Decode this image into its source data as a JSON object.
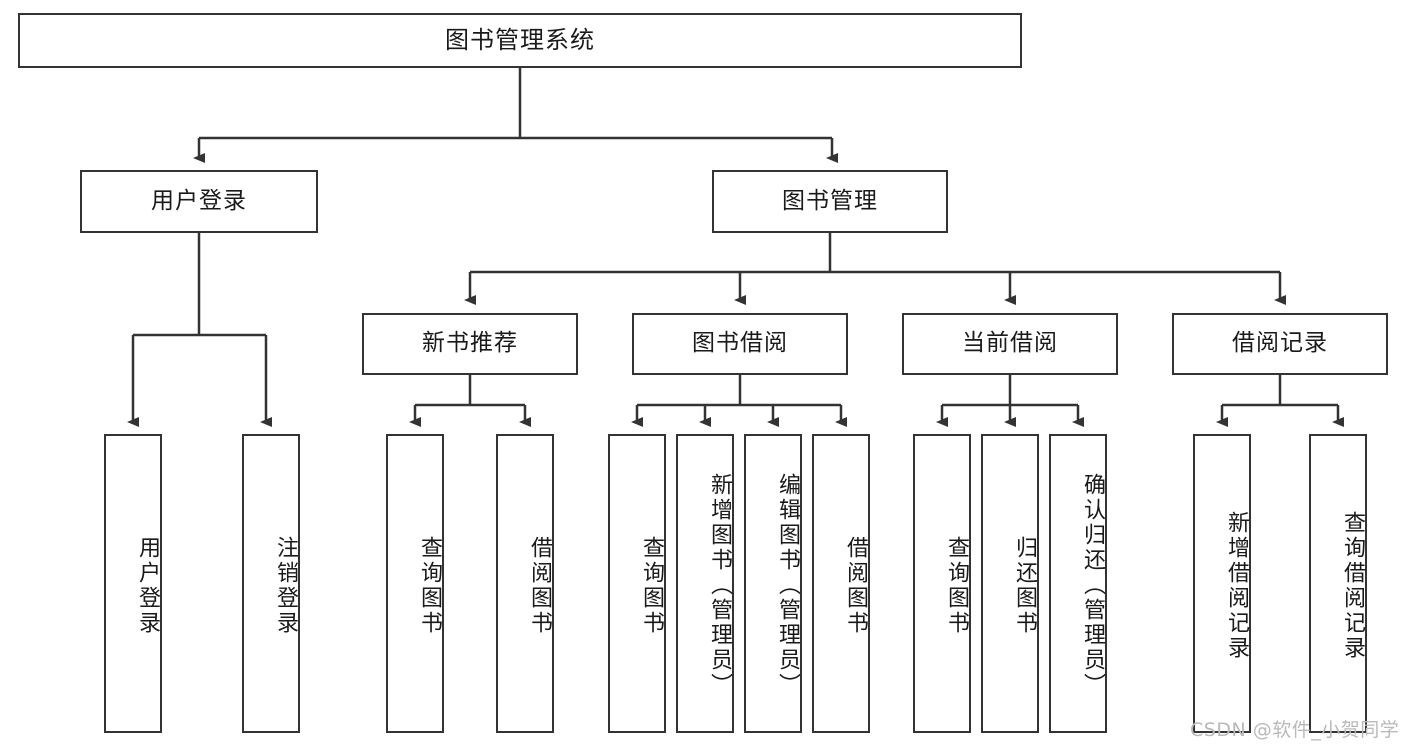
{
  "diagram": {
    "title": "图书管理系统",
    "type": "tree-hierarchy",
    "root": {
      "id": "root",
      "label": "图书管理系统"
    },
    "level2": [
      {
        "id": "user-login",
        "label": "用户登录"
      },
      {
        "id": "book-manage",
        "label": "图书管理"
      }
    ],
    "level3": [
      {
        "id": "new-book-rec",
        "label": "新书推荐",
        "parent": "book-manage"
      },
      {
        "id": "book-borrow",
        "label": "图书借阅",
        "parent": "book-manage"
      },
      {
        "id": "current-borrow",
        "label": "当前借阅",
        "parent": "book-manage"
      },
      {
        "id": "borrow-record",
        "label": "借阅记录",
        "parent": "book-manage"
      }
    ],
    "leaves": [
      {
        "id": "leaf-user-login",
        "label": "用户登录",
        "parent": "user-login"
      },
      {
        "id": "leaf-logout-login",
        "label": "注销登录",
        "parent": "user-login"
      },
      {
        "id": "leaf-query-book-1",
        "label": "查询图书",
        "parent": "new-book-rec"
      },
      {
        "id": "leaf-borrow-book-1",
        "label": "借阅图书",
        "parent": "new-book-rec"
      },
      {
        "id": "leaf-query-book-2",
        "label": "查询图书",
        "parent": "book-borrow"
      },
      {
        "id": "leaf-add-book",
        "label": "新增图书（管理员）",
        "parent": "book-borrow"
      },
      {
        "id": "leaf-edit-book",
        "label": "编辑图书（管理员）",
        "parent": "book-borrow"
      },
      {
        "id": "leaf-borrow-book-2",
        "label": "借阅图书",
        "parent": "book-borrow"
      },
      {
        "id": "leaf-query-book-3",
        "label": "查询图书",
        "parent": "current-borrow"
      },
      {
        "id": "leaf-return-book",
        "label": "归还图书",
        "parent": "current-borrow"
      },
      {
        "id": "leaf-confirm-return",
        "label": "确认归还（管理员）",
        "parent": "current-borrow"
      },
      {
        "id": "leaf-add-record",
        "label": "新增借阅记录",
        "parent": "borrow-record"
      },
      {
        "id": "leaf-query-record",
        "label": "查询借阅记录",
        "parent": "borrow-record"
      }
    ]
  },
  "watermark": {
    "text": "CSDN @软件_小贺同学",
    "color": "#b9b9b9"
  },
  "style": {
    "border_color": "#333333",
    "line_color": "#333333",
    "background": "#ffffff",
    "text_color": "#1a1a1a"
  }
}
